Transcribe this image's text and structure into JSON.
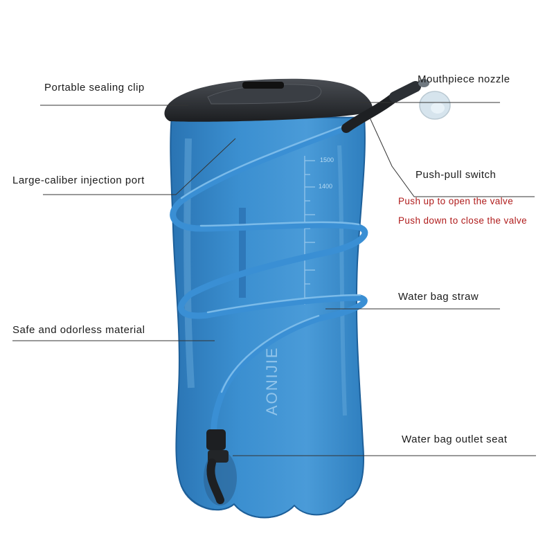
{
  "colors": {
    "bladder": "#2f7fbf",
    "bladder_light": "#5aa8e0",
    "bladder_dark": "#1d5f99",
    "tube": "#3a8fd4",
    "clip": "#2a2d31",
    "leader_line": "#333333",
    "text": "#1a1a1a",
    "note_text": "#b01c1c"
  },
  "icons": {
    "bladder": "water-bladder-image",
    "clip": "sealing-clip-image",
    "tube": "drinking-tube-image",
    "nozzle": "bite-valve-image"
  },
  "product": {
    "brand_text": "AONIJIE",
    "scale_marks": [
      "1500",
      "1400"
    ]
  },
  "callouts": {
    "sealing_clip": "Portable sealing clip",
    "mouthpiece": "Mouthpiece nozzle",
    "injection_port": "Large-caliber injection port",
    "push_pull": "Push-pull switch",
    "push_up": "Push up to open the valve",
    "push_down": "Push down to close the valve",
    "straw": "Water bag straw",
    "material": "Safe and odorless material",
    "outlet_seat": "Water bag outlet seat"
  }
}
